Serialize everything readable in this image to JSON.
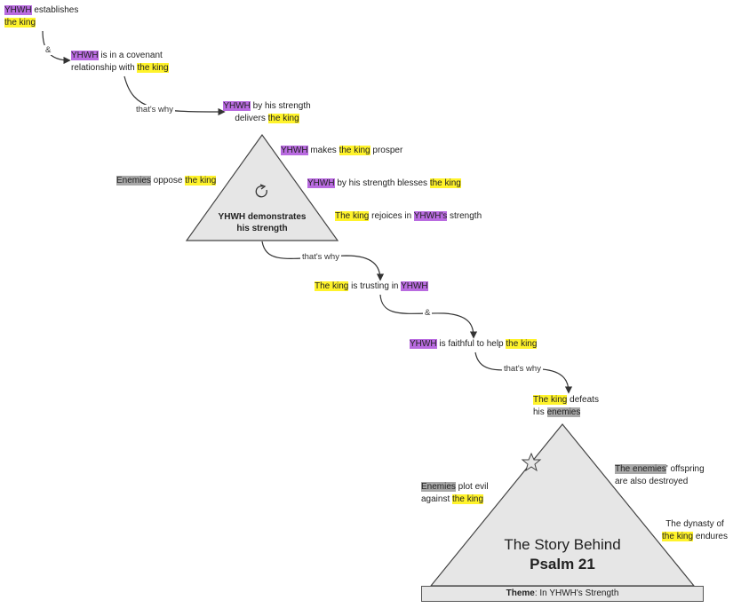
{
  "n1": {
    "a": "YHWH",
    "b": " establishes",
    "c": "the king"
  },
  "n2": {
    "a": "YHWH",
    "b": " is in a covenant",
    "c": "relationship with ",
    "d": "the king"
  },
  "n3": {
    "a": "YHWH",
    "b": " by his strength",
    "c": "delivers ",
    "d": "the king"
  },
  "triangle1": {
    "line1": "YHWH demonstrates",
    "line2": "his strength"
  },
  "s1": {
    "a": "YHWH",
    "b": " makes ",
    "c": "the king",
    "d": " prosper"
  },
  "s2": {
    "a": "YHWH",
    "b": " by his strength blesses ",
    "c": "the king"
  },
  "s3": {
    "a": "The king",
    "b": " rejoices in ",
    "c": "YHWH's",
    "d": " strength"
  },
  "s4": {
    "a": "Enemies",
    "b": " oppose ",
    "c": "the king"
  },
  "n4": {
    "a": "The king",
    "b": " is trusting in ",
    "c": "YHWH"
  },
  "n5": {
    "a": "YHWH",
    "b": " is faithful to help ",
    "c": "the king"
  },
  "n6": {
    "a": "The king",
    "b": " defeats",
    "c": "his ",
    "d": "enemies"
  },
  "e1": {
    "a": "Enemies",
    "b": " plot evil",
    "c": "against ",
    "d": "the king"
  },
  "e2": {
    "a": "The enemies",
    "b": "' offspring",
    "c": "are also destroyed"
  },
  "e3": {
    "a": "The dynasty of",
    "b": "the king",
    "c": " endures"
  },
  "connectors": {
    "amp1": "&",
    "why1": "that's why",
    "why2": "that's why",
    "amp2": "&",
    "why3": "that's why"
  },
  "triangle2": {
    "title1": "The Story Behind",
    "title2": "Psalm 21"
  },
  "theme": {
    "label": "Theme",
    "text": ": In YHWH's Strength"
  },
  "icons": {
    "cycle": "cycle-icon",
    "star": "star-icon"
  },
  "colors": {
    "yhwh": "#b96be0",
    "king": "#fff32b",
    "enemies": "#a8a8a8",
    "triangle": "#e6e6e6"
  }
}
